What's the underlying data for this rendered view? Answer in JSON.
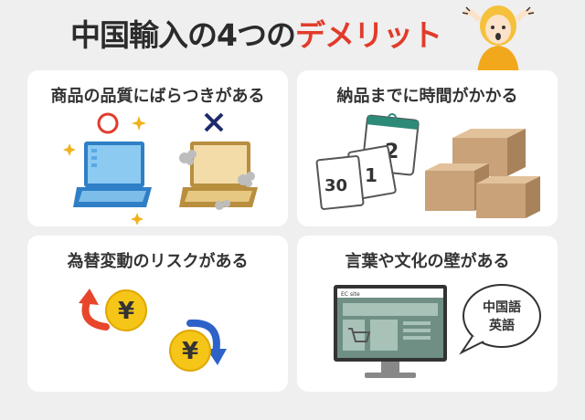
{
  "header": {
    "title_main": "中国輸入の4つの",
    "title_accent": "デメリット"
  },
  "cards": [
    {
      "title": "商品の品質にばらつきがある"
    },
    {
      "title": "納品までに時間がかかる"
    },
    {
      "title": "為替変動のリスクがある"
    },
    {
      "title": "言葉や文化の壁がある"
    }
  ],
  "calendar": {
    "pages": [
      "2",
      "1",
      "30"
    ]
  },
  "currency_symbol": "¥",
  "monitor": {
    "site_label": "EC site"
  },
  "speech_bubble": {
    "line1": "中国語",
    "line2": "英語"
  },
  "colors": {
    "accent": "#e23b2a",
    "laptop_good": "#5aa9e6",
    "laptop_bad": "#d8b46a",
    "coin": "#f5c518",
    "arrow_red": "#e8462b",
    "arrow_blue": "#2d62c8",
    "box": "#c9a27a",
    "monitor_screen": "#6f8f84"
  },
  "icons": {
    "good_mark": "circle-mark-icon",
    "bad_mark": "cross-mark-icon",
    "sparkle": "sparkle-icon",
    "dust": "dust-cloud-icon"
  }
}
